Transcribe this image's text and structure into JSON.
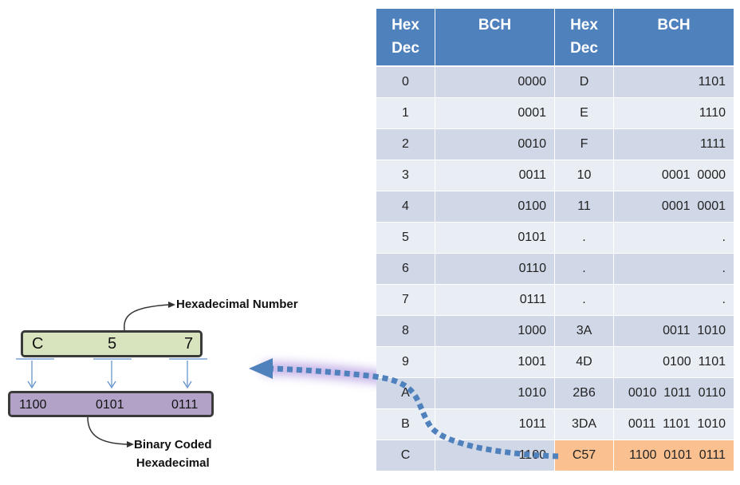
{
  "table": {
    "headers": [
      {
        "line1": "Hex",
        "line2": "Dec"
      },
      {
        "line1": "BCH",
        "line2": ""
      },
      {
        "line1": "Hex",
        "line2": "Dec"
      },
      {
        "line1": "BCH",
        "line2": ""
      }
    ],
    "rows": [
      [
        "0",
        "0000",
        "D",
        "1101"
      ],
      [
        "1",
        "0001",
        "E",
        "1110"
      ],
      [
        "2",
        "0010",
        "F",
        "1111"
      ],
      [
        "3",
        "0011",
        "10",
        "0001  0000"
      ],
      [
        "4",
        "0100",
        "11",
        "0001  0001"
      ],
      [
        "5",
        "0101",
        ".",
        "."
      ],
      [
        "6",
        "0110",
        ".",
        "."
      ],
      [
        "7",
        "0111",
        ".",
        "."
      ],
      [
        "8",
        "1000",
        "3A",
        "0011  1010"
      ],
      [
        "9",
        "1001",
        "4D",
        "0100  1101"
      ],
      [
        "A",
        "1010",
        "2B6",
        "0010  1011  0110"
      ],
      [
        "B",
        "1011",
        "3DA",
        "0011  1101  1010"
      ],
      [
        "C",
        "1100",
        "C57",
        "1100  0101  0111"
      ]
    ],
    "highlight_row": 12,
    "highlight_color": "#fac090",
    "header_color": "#4f81bd",
    "row_color_odd": "#d0d8e8",
    "row_color_even": "#e9edf4"
  },
  "diagram": {
    "hex_digits": [
      "C",
      "5",
      "7"
    ],
    "binary_groups": [
      "1100",
      "0101",
      "0111"
    ],
    "label_hex": "Hexadecimal Number",
    "label_binary_line1": "Binary Coded",
    "label_binary_line2": "Hexadecimal",
    "hex_box_color": "#d7e4bd",
    "binary_box_color": "#b3a2c7",
    "curved_arrow_color": "#4f81bd",
    "curved_arrow_glow": "#b9a3e3"
  }
}
